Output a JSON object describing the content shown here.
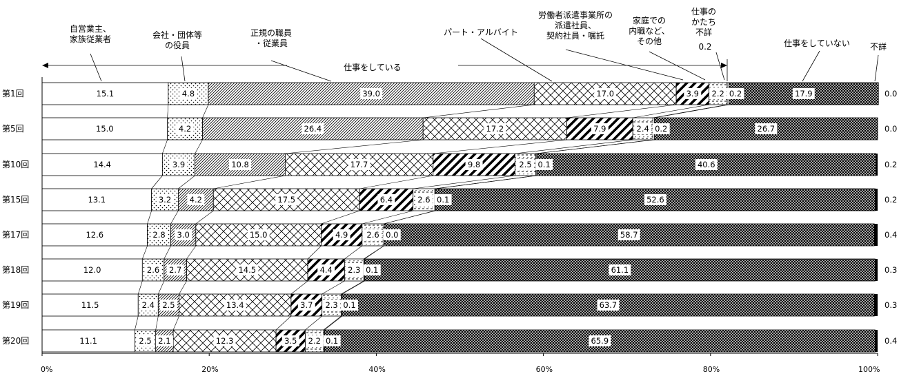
{
  "chart_data": {
    "type": "bar",
    "orientation": "horizontal",
    "stacked": true,
    "xlim": [
      0,
      100
    ],
    "xticks": [
      "0%",
      "20%",
      "40%",
      "60%",
      "80%",
      "100%"
    ],
    "categories": [
      "第1回",
      "第5回",
      "第10回",
      "第15回",
      "第17回",
      "第18回",
      "第19回",
      "第20回"
    ],
    "series": [
      {
        "name": "自営業主、家族従業者",
        "pattern": "plain",
        "values": [
          15.1,
          15.0,
          14.4,
          13.1,
          12.6,
          12.0,
          11.5,
          11.1
        ]
      },
      {
        "name": "会社・団体等の役員",
        "pattern": "dots",
        "values": [
          4.8,
          4.2,
          3.9,
          3.2,
          2.8,
          2.6,
          2.4,
          2.5
        ]
      },
      {
        "name": "正規の職員・従業員",
        "pattern": "hatch-thin",
        "values": [
          39.0,
          26.4,
          10.8,
          4.2,
          3.0,
          2.7,
          2.5,
          2.1
        ]
      },
      {
        "name": "パート・アルバイト",
        "pattern": "crosshatch-open",
        "values": [
          17.0,
          17.2,
          17.7,
          17.5,
          15.0,
          14.5,
          13.4,
          12.3
        ]
      },
      {
        "name": "労働者派遣事業所の派遣社員、契約社員・嘱託",
        "pattern": "hatch-bold",
        "values": [
          3.9,
          7.9,
          9.8,
          6.4,
          4.9,
          4.4,
          3.7,
          3.5
        ]
      },
      {
        "name": "家庭での内職など、その他",
        "pattern": "dashed",
        "values": [
          2.2,
          2.4,
          2.5,
          2.6,
          2.6,
          2.3,
          2.3,
          2.2
        ]
      },
      {
        "name": "仕事のかたち不詳",
        "pattern": "plain",
        "values": [
          0.2,
          0.2,
          0.1,
          0.1,
          0.0,
          0.1,
          0.1,
          0.1
        ]
      },
      {
        "name": "仕事をしていない",
        "pattern": "crosshatch-dense",
        "values": [
          17.9,
          26.7,
          40.6,
          52.6,
          58.7,
          61.1,
          63.7,
          65.9
        ]
      },
      {
        "name": "不詳",
        "pattern": "solid-black",
        "values": [
          0.0,
          0.0,
          0.2,
          0.2,
          0.4,
          0.3,
          0.3,
          0.4
        ]
      }
    ],
    "group_label": "仕事をしている",
    "legend": {
      "self_employed": "自営業主、\n家族従業者",
      "executive": "会社・団体等\nの役員",
      "regular": "正規の職員\n・従業員",
      "part_time": "パート・アルバイト",
      "dispatched": "労働者派遣事業所の\n派遣社員、\n契約社員・嘱託",
      "home": "家庭での\n内職など、\nその他",
      "unknown_form": "仕事の\nかたち\n不詳",
      "unknown_form_value": "0.2",
      "not_working": "仕事をしていない",
      "unknown": "不詳"
    }
  }
}
